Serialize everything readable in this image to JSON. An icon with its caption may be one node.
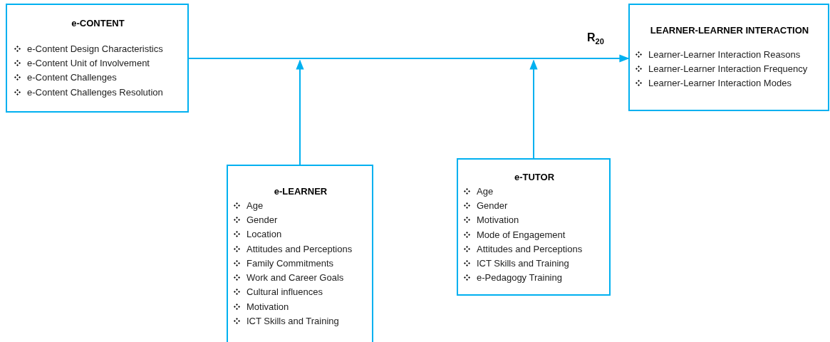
{
  "diagram": {
    "nodes": [
      {
        "text": [
          "e-CONTENT",
          "e-Content Design Characteristics",
          "e-Content Unit of Involvement",
          "e-Content Challenges",
          "e-Content Challenges Resolution"
        ]
      },
      {
        "text": [
          "LEARNER-LEARNER INTERACTION",
          "Learner-Learner Interaction Reasons",
          "Learner-Learner Interaction Frequency",
          "Learner-Learner Interaction Modes"
        ]
      },
      {
        "text": [
          "e-LEARNER",
          "Age",
          "Gender",
          "Location",
          "Attitudes and Perceptions",
          "Family Commitments",
          "Work and Career Goals",
          "Cultural influences",
          "Motivation",
          "ICT Skills and Training"
        ]
      },
      {
        "text": [
          "e-TUTOR",
          "Age",
          "Gender",
          "Motivation",
          "Mode of Engagement",
          "Attitudes and Perceptions",
          "ICT Skills and Training",
          "e-Pedagogy Training"
        ]
      }
    ],
    "edges": [
      {
        "from": 0,
        "to": 1,
        "arrow": "to",
        "label": "R$_{20}$"
      },
      {
        "from": 2,
        "to": null,
        "arrow": "to"
      },
      {
        "from": 3,
        "to": null,
        "arrow": "to"
      }
    ]
  }
}
